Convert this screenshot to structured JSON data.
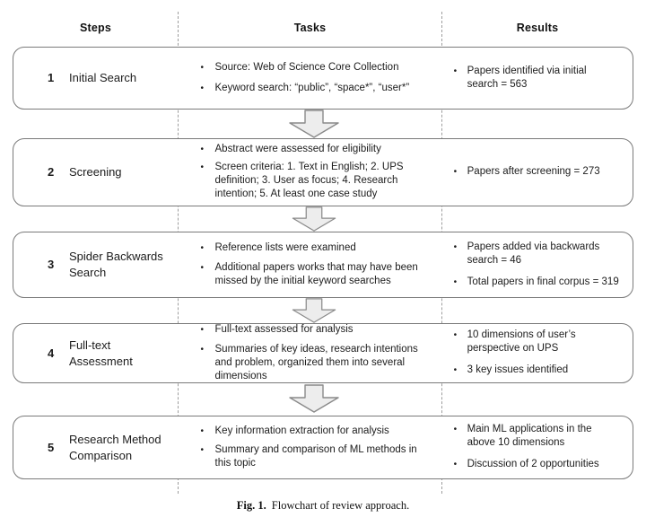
{
  "header": {
    "steps": "Steps",
    "tasks": "Tasks",
    "results": "Results"
  },
  "rows": [
    {
      "number": "1",
      "label": "Initial Search",
      "tasks": [
        "Source: Web of Science Core Collection",
        "Keyword search: “public”, “space*”, “user*”"
      ],
      "results": [
        "Papers identified via initial search = 563"
      ]
    },
    {
      "number": "2",
      "label": "Screening",
      "tasks": [
        "Abstract were assessed for eligibility",
        "Screen criteria: 1. Text in English; 2. UPS definition;  3. User as focus; 4. Research intention; 5. At least one case study"
      ],
      "results": [
        "Papers after screening = 273"
      ]
    },
    {
      "number": "3",
      "label": "Spider Backwards Search",
      "tasks": [
        "Reference lists were examined",
        "Additional papers works that may have been missed by the initial keyword searches"
      ],
      "results": [
        "Papers added via backwards search = 46",
        "Total papers in final corpus = 319"
      ]
    },
    {
      "number": "4",
      "label": "Full-text Assessment",
      "tasks": [
        "Full-text assessed for analysis",
        "Summaries of key ideas, research intentions and problem, organized them into several dimensions"
      ],
      "results": [
        "10 dimensions of user’s perspective on UPS",
        "3 key issues identified"
      ]
    },
    {
      "number": "5",
      "label": "Research Method Comparison",
      "tasks": [
        "Key information extraction for analysis",
        "Summary and comparison of ML methods in this topic"
      ],
      "results": [
        "Main ML applications in the above 10 dimensions",
        "Discussion of 2 opportunities"
      ]
    }
  ],
  "bullet_glyph": "•",
  "caption": {
    "prefix": "Fig. 1.",
    "text": "Flowchart of review approach."
  },
  "colors": {
    "box_border": "#7a7a7a",
    "dashed_divider": "#9e9e9e",
    "arrow_fill": "#ededed",
    "arrow_stroke": "#8a8a8a",
    "text": "#1c1c1c"
  }
}
